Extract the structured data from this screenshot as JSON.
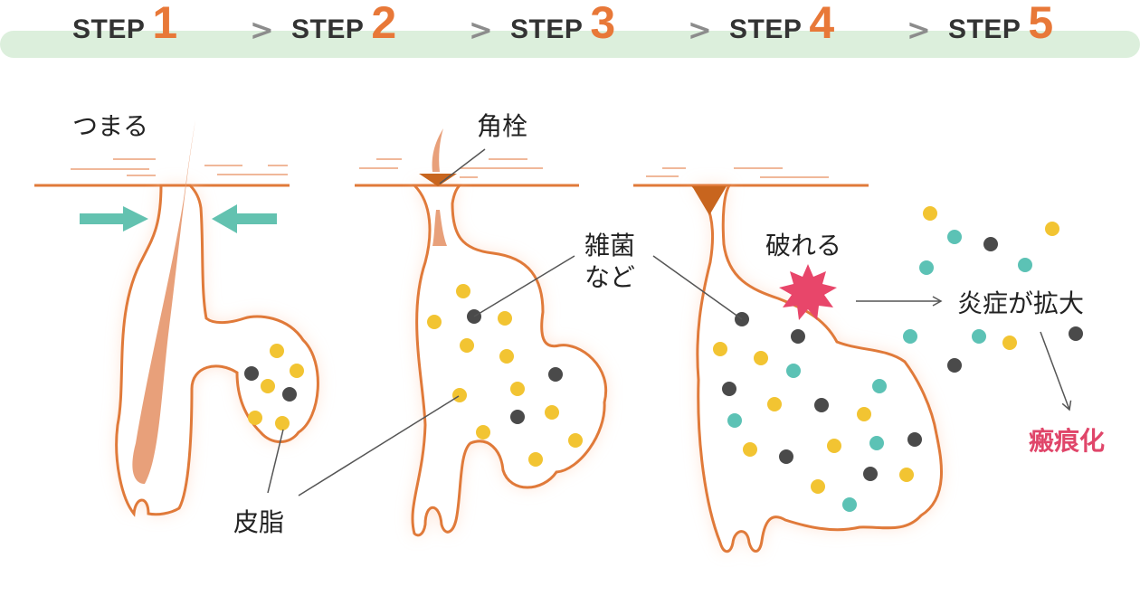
{
  "steps": [
    {
      "label": "STEP",
      "number": "1"
    },
    {
      "label": "STEP",
      "number": "2"
    },
    {
      "label": "STEP",
      "number": "3"
    },
    {
      "label": "STEP",
      "number": "4"
    },
    {
      "label": "STEP",
      "number": "5"
    }
  ],
  "separator": ">",
  "labels": {
    "tsumaru": "つまる",
    "kakusen": "角栓",
    "zakkin_line1": "雑菌",
    "zakkin_line2": "など",
    "yabureru": "破れる",
    "enshou": "炎症が拡大",
    "hanko": "瘢痕化",
    "hishi": "皮脂"
  },
  "colors": {
    "accent": "#e87838",
    "outline": "#e07a3a",
    "hair": "#e8a07a",
    "plug": "#c8651e",
    "bacteria_teal": "#5cc2b5",
    "sebum_yellow": "#f2c432",
    "bacteria_dark": "#4a4a4a",
    "burst": "#e8466a",
    "arrow_teal": "#63c2b0",
    "bar": "#dcefdc"
  }
}
